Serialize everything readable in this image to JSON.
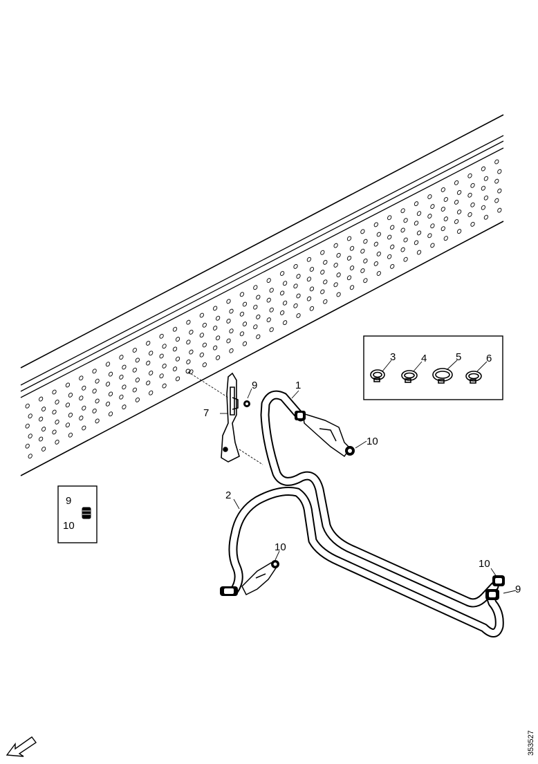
{
  "callouts": {
    "pipe_1": "1",
    "pipe_2": "2",
    "clamp_3": "3",
    "clamp_4": "4",
    "clamp_5": "5",
    "clamp_6": "6",
    "bracket_7": "7",
    "bolt_9_top": "9",
    "bolt_9_right": "9",
    "nut_10_top": "10",
    "nut_10_mid": "10",
    "nut_10_right": "10"
  },
  "inset_fasteners": {
    "label_9": "9",
    "label_10": "10"
  },
  "drawing_ref": "353527",
  "icons": [
    "orientation-arrow-icon"
  ]
}
